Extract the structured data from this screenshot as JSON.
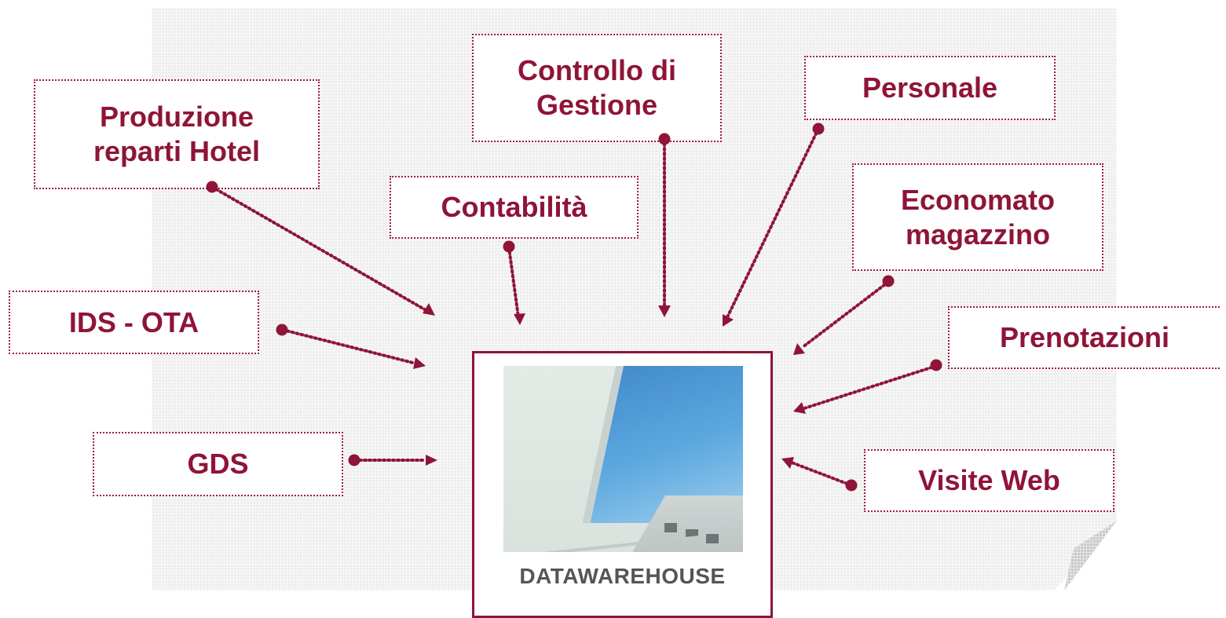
{
  "sources": [
    {
      "id": "produzione",
      "label": "Produzione\nreparti Hotel"
    },
    {
      "id": "contabilita",
      "label": "Contabilità"
    },
    {
      "id": "controllo",
      "label": "Controllo di\nGestione"
    },
    {
      "id": "personale",
      "label": "Personale"
    },
    {
      "id": "economato",
      "label": "Economato\nmagazzino"
    },
    {
      "id": "ids",
      "label": "IDS - OTA"
    },
    {
      "id": "prenotazioni",
      "label": "Prenotazioni"
    },
    {
      "id": "gds",
      "label": "GDS"
    },
    {
      "id": "visite",
      "label": "Visite Web"
    }
  ],
  "center": {
    "label": "DATAWAREHOUSE"
  },
  "colors": {
    "accent": "#8f1438",
    "center_label": "#555555",
    "paper": "#eeeeee"
  }
}
